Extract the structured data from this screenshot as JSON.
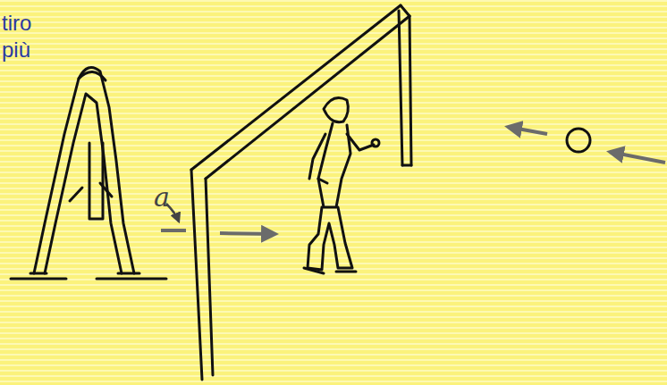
{
  "diagram": {
    "labels": [
      "tiro",
      "più",
      "a"
    ]
  }
}
